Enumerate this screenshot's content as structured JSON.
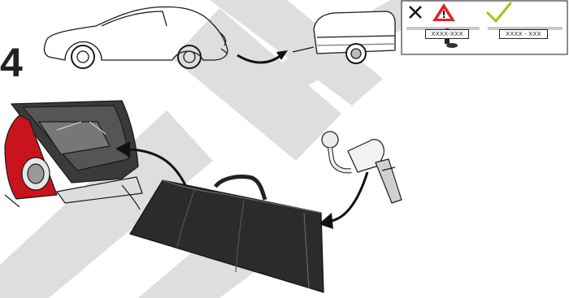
{
  "step": {
    "number": "4"
  },
  "info_panel": {
    "incorrect": {
      "icon": "cross-icon",
      "warning_icon": "warning-triangle-icon",
      "plate_text": "XXXX-XXX",
      "note": "number plate obstructed by tow ball"
    },
    "correct": {
      "icon": "checkmark-icon",
      "plate_text": "XXXX - XXX"
    }
  },
  "illustrations": [
    {
      "name": "car-side-view",
      "icon": "car-outline"
    },
    {
      "name": "trailer",
      "icon": "trailer"
    },
    {
      "name": "open-boot",
      "icon": "car-boot-open"
    },
    {
      "name": "tow-ball",
      "icon": "detachable-tow-ball"
    },
    {
      "name": "storage-bag",
      "icon": "black-storage-bag"
    }
  ],
  "colors": {
    "watermark": "#dcdcdc",
    "warning": "#e2232a",
    "check": "#9ec519",
    "car_body": "#c8141c",
    "bag": "#2b2b2b",
    "line": "#1a1a1a"
  }
}
